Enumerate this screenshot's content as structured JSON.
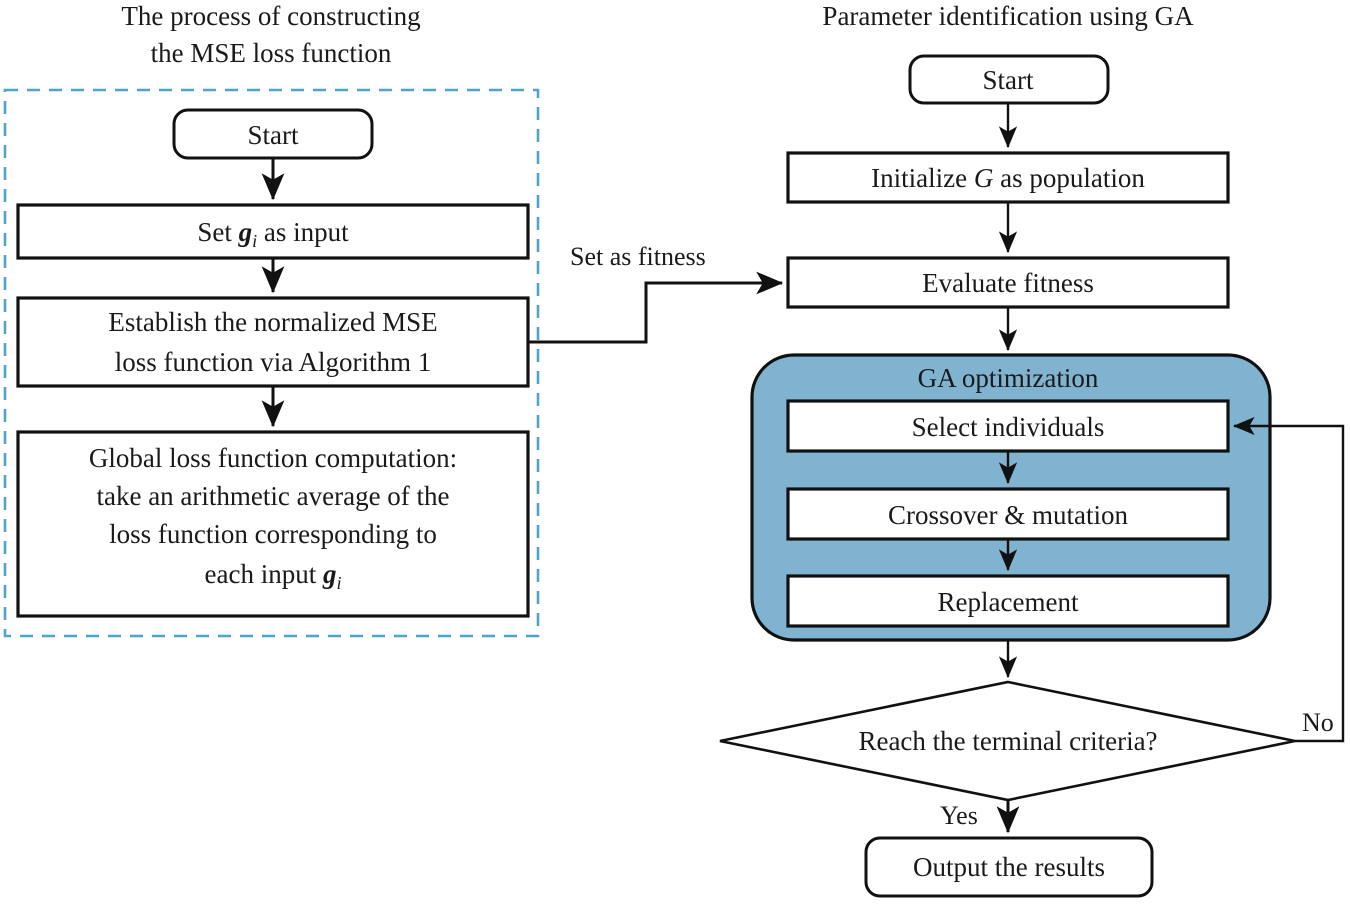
{
  "figure": {
    "type": "flowchart",
    "panels": [
      {
        "id": "left",
        "title_line1": "The process of constructing",
        "title_line2": "the MSE loss function",
        "dashed_border_color": "#4da6c8"
      },
      {
        "id": "right",
        "title": "Parameter identification using GA"
      }
    ]
  },
  "left_panel": {
    "title_line1": "The process of constructing",
    "title_line2": "the MSE loss function",
    "nodes": {
      "start": {
        "label": "Start",
        "shape": "rounded"
      },
      "set_input": {
        "label_pre": "Set ",
        "label_symbol": "g",
        "label_sub": "i",
        "label_post": " as input",
        "shape": "rect"
      },
      "establish": {
        "line1": "Establish the normalized MSE",
        "line2": "loss function via Algorithm 1",
        "shape": "rect"
      },
      "global_loss": {
        "line1": "Global loss function computation:",
        "line2": "take an arithmetic average of the",
        "line3": "loss function corresponding to",
        "line4_pre": "each input ",
        "line4_symbol": "g",
        "line4_sub": "i",
        "shape": "rect"
      }
    }
  },
  "right_panel": {
    "title": "Parameter identification using GA",
    "nodes": {
      "start": {
        "label": "Start",
        "shape": "rounded"
      },
      "initialize": {
        "label_pre": "Initialize ",
        "label_symbol": "G",
        "label_post": " as population",
        "shape": "rect"
      },
      "evaluate": {
        "label": "Evaluate fitness",
        "shape": "rect"
      },
      "ga_group": {
        "label": "GA optimization",
        "shape": "rounded-panel",
        "fill": "#7fb3d0",
        "children": [
          {
            "label": "Select individuals",
            "shape": "rect"
          },
          {
            "label": "Crossover & mutation",
            "shape": "rect"
          },
          {
            "label": "Replacement",
            "shape": "rect"
          }
        ]
      },
      "decision": {
        "label": "Reach the terminal criteria?",
        "shape": "diamond"
      },
      "output": {
        "label": "Output the results",
        "shape": "rounded"
      }
    }
  },
  "edges": {
    "set_as_fitness": "Set as fitness",
    "yes": "Yes",
    "no": "No"
  },
  "colors": {
    "ga_panel_fill": "#7fb3d0",
    "dashed_border": "#4da6c8",
    "stroke": "#111111",
    "text": "#1a1a1a",
    "background": "#ffffff"
  }
}
